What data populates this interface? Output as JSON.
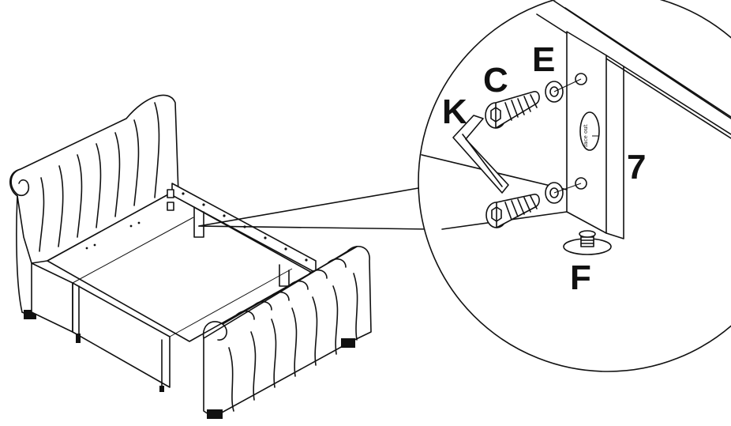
{
  "labels": {
    "part_c": "C",
    "part_e": "E",
    "part_k": "K",
    "part_f": "F",
    "step_number": "7",
    "bracket_text": "face out"
  },
  "colors": {
    "ink": "#111111",
    "paper": "#ffffff"
  }
}
